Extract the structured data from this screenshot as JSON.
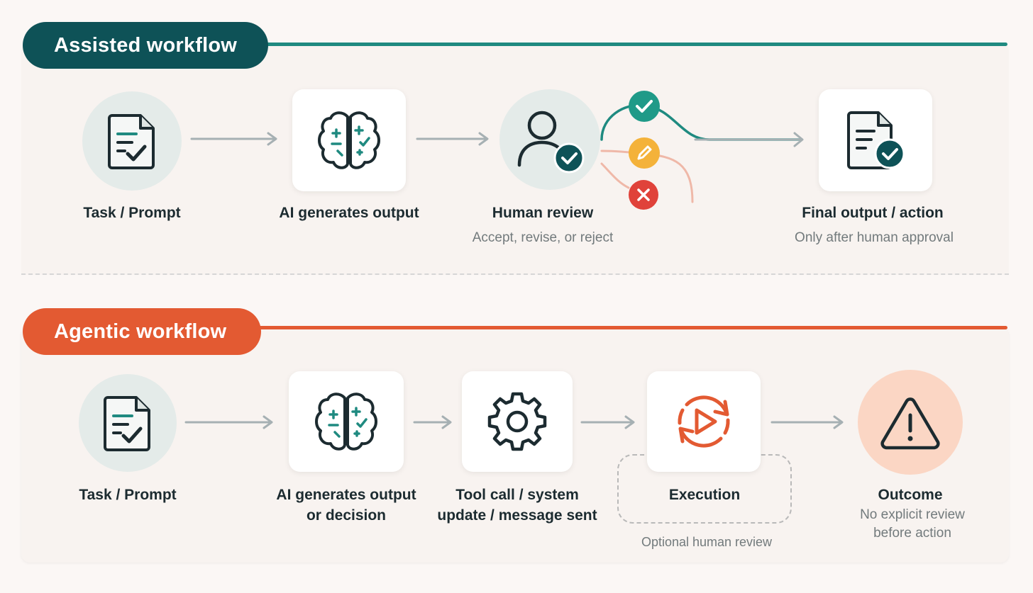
{
  "assisted": {
    "title": "Assisted workflow",
    "steps": [
      {
        "label": "Task / Prompt",
        "icon": "document-check-icon"
      },
      {
        "label": "AI generates output",
        "icon": "brain-icon"
      },
      {
        "label": "Human review",
        "sub": "Accept, revise, or reject",
        "icon": "user-check-icon"
      },
      {
        "label": "Final output / action",
        "sub": "Only after human approval",
        "icon": "document-approved-icon"
      }
    ],
    "review_options": [
      "check-icon",
      "edit-icon",
      "close-icon"
    ]
  },
  "agentic": {
    "title": "Agentic workflow",
    "steps": [
      {
        "label": "Task / Prompt",
        "icon": "document-check-icon"
      },
      {
        "label_line1": "AI generates output",
        "label_line2": "or decision",
        "icon": "brain-icon"
      },
      {
        "label_line1": "Tool call / system",
        "label_line2": "update / message sent",
        "icon": "gear-icon"
      },
      {
        "label": "Execution",
        "icon": "play-cycle-icon",
        "note": "Optional human review"
      },
      {
        "label": "Outcome",
        "sub_line1": "No explicit review",
        "sub_line2": "before action",
        "icon": "warning-icon"
      }
    ]
  },
  "colors": {
    "teal_dark": "#0e5257",
    "teal": "#1f8a80",
    "orange": "#e35a32",
    "yellow": "#f2b233",
    "red": "#e0423a"
  }
}
